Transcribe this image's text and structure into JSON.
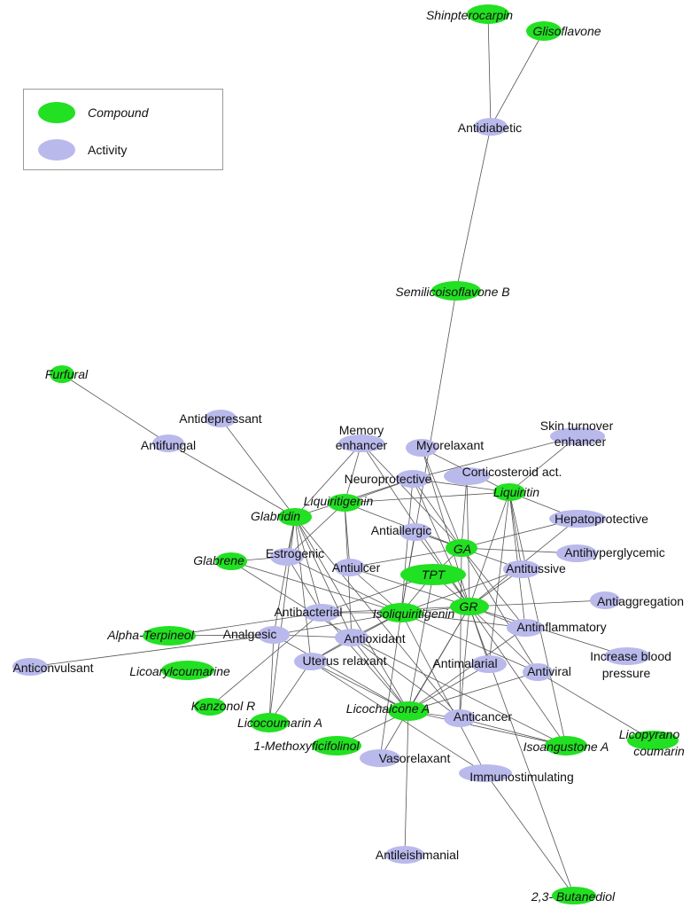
{
  "legend": {
    "compound_label": "Compound",
    "activity_label": "Activity"
  },
  "colors": {
    "compound": "#22e022",
    "activity": "#b9b9ec"
  },
  "nodes": [
    {
      "id": "shinpterocarpin",
      "label": "Shinpterocarpin",
      "type": "compound"
    },
    {
      "id": "glisoflavone",
      "label": "Glisoflavone",
      "type": "compound"
    },
    {
      "id": "antidiabetic",
      "label": "Antidiabetic",
      "type": "activity"
    },
    {
      "id": "semilicoisoflavone_b",
      "label": "Semilicoisoflavone B",
      "type": "compound"
    },
    {
      "id": "furfural",
      "label": "Furfural",
      "type": "compound"
    },
    {
      "id": "antidepressant",
      "label": "Antidepressant",
      "type": "activity"
    },
    {
      "id": "antifungal",
      "label": "Antifungal",
      "type": "activity"
    },
    {
      "id": "memory_enhancer",
      "label": "Memory enhancer",
      "type": "activity"
    },
    {
      "id": "myorelaxant",
      "label": "Myorelaxant",
      "type": "activity"
    },
    {
      "id": "skin_turnover",
      "label": "Skin turnover enhancer",
      "type": "activity"
    },
    {
      "id": "neuroprotective",
      "label": "Neuroprotective",
      "type": "activity"
    },
    {
      "id": "corticosteroid",
      "label": "Corticosteroid act.",
      "type": "activity"
    },
    {
      "id": "liquiritigenin",
      "label": "Liquiritigenin",
      "type": "compound"
    },
    {
      "id": "liquiritin",
      "label": "Liquiritin",
      "type": "compound"
    },
    {
      "id": "glabridin",
      "label": "Glabridin",
      "type": "compound"
    },
    {
      "id": "hepatoprotective",
      "label": "Hepatoprotective",
      "type": "activity"
    },
    {
      "id": "antiallergic",
      "label": "Antiallergic",
      "type": "activity"
    },
    {
      "id": "ga",
      "label": "GA",
      "type": "compound"
    },
    {
      "id": "antihyperglycemic",
      "label": "Antihyperglycemic",
      "type": "activity"
    },
    {
      "id": "glabrene",
      "label": "Glabrene",
      "type": "compound"
    },
    {
      "id": "estrogenic",
      "label": "Estrogenic",
      "type": "activity"
    },
    {
      "id": "antiulcer",
      "label": "Antiulcer",
      "type": "activity"
    },
    {
      "id": "tpt",
      "label": "TPT",
      "type": "compound"
    },
    {
      "id": "antitussive",
      "label": "Antitussive",
      "type": "activity"
    },
    {
      "id": "gr",
      "label": "GR",
      "type": "compound"
    },
    {
      "id": "antiaggregation",
      "label": "Antiaggregation",
      "type": "activity"
    },
    {
      "id": "antibacterial",
      "label": "Antibacterial",
      "type": "activity"
    },
    {
      "id": "isoliquiritigenin",
      "label": "Isoliquiritigenin",
      "type": "compound"
    },
    {
      "id": "alpha_terpineol",
      "label": "Alpha-Terpineol",
      "type": "compound"
    },
    {
      "id": "analgesic",
      "label": "Analgesic",
      "type": "activity"
    },
    {
      "id": "antioxidant",
      "label": "Antioxidant",
      "type": "activity"
    },
    {
      "id": "antiinflammatory",
      "label": "Antinflammatory",
      "type": "activity"
    },
    {
      "id": "anticonvulsant",
      "label": "Anticonvulsant",
      "type": "activity"
    },
    {
      "id": "increase_bp",
      "label": "Increase blood pressure",
      "type": "activity"
    },
    {
      "id": "licoarylcoumarine",
      "label": "Licoarylcoumarine",
      "type": "compound"
    },
    {
      "id": "uterus_relaxant",
      "label": "Uterus relaxant",
      "type": "activity"
    },
    {
      "id": "antimalarial",
      "label": "Antimalarial",
      "type": "activity"
    },
    {
      "id": "antiviral",
      "label": "Antiviral",
      "type": "activity"
    },
    {
      "id": "kanzonol_r",
      "label": "Kanzonol R",
      "type": "compound"
    },
    {
      "id": "licochalcone_a",
      "label": "Licochalcone A",
      "type": "compound"
    },
    {
      "id": "anticancer",
      "label": "Anticancer",
      "type": "activity"
    },
    {
      "id": "licocoumarin_a",
      "label": "Licocoumarin A",
      "type": "compound"
    },
    {
      "id": "licopyranocoumarin",
      "label": "Licopyrano coumarin",
      "type": "compound"
    },
    {
      "id": "isoangustone_a",
      "label": "Isoangustone A",
      "type": "compound"
    },
    {
      "id": "methoxyficifolinol",
      "label": "1-Methoxyficifolinol",
      "type": "compound"
    },
    {
      "id": "vasorelaxant",
      "label": "Vasorelaxant",
      "type": "activity"
    },
    {
      "id": "immunostimulating",
      "label": "Immunostimulating",
      "type": "activity"
    },
    {
      "id": "antileishmanial",
      "label": "Antileishmanial",
      "type": "activity"
    },
    {
      "id": "butanediol",
      "label": "2,3- Butanediol",
      "type": "compound"
    }
  ],
  "edges": [
    [
      "shinpterocarpin",
      "antidiabetic"
    ],
    [
      "glisoflavone",
      "antidiabetic"
    ],
    [
      "antidiabetic",
      "semilicoisoflavone_b"
    ],
    [
      "semilicoisoflavone_b",
      "isoliquiritigenin"
    ],
    [
      "furfural",
      "antifungal"
    ],
    [
      "antifungal",
      "glabridin"
    ],
    [
      "antidepressant",
      "glabridin"
    ],
    [
      "memory_enhancer",
      "glabridin"
    ],
    [
      "memory_enhancer",
      "liquiritigenin"
    ],
    [
      "memory_enhancer",
      "ga"
    ],
    [
      "memory_enhancer",
      "gr"
    ],
    [
      "myorelaxant",
      "ga"
    ],
    [
      "myorelaxant",
      "gr"
    ],
    [
      "myorelaxant",
      "liquiritin"
    ],
    [
      "skin_turnover",
      "liquiritin"
    ],
    [
      "skin_turnover",
      "neuroprotective"
    ],
    [
      "neuroprotective",
      "liquiritigenin"
    ],
    [
      "neuroprotective",
      "glabridin"
    ],
    [
      "neuroprotective",
      "ga"
    ],
    [
      "neuroprotective",
      "gr"
    ],
    [
      "neuroprotective",
      "isoliquiritigenin"
    ],
    [
      "neuroprotective",
      "liquiritin"
    ],
    [
      "corticosteroid",
      "ga"
    ],
    [
      "corticosteroid",
      "gr"
    ],
    [
      "liquiritigenin",
      "estrogenic"
    ],
    [
      "liquiritigenin",
      "antiulcer"
    ],
    [
      "liquiritigenin",
      "antioxidant"
    ],
    [
      "liquiritigenin",
      "ga"
    ],
    [
      "liquiritigenin",
      "liquiritin"
    ],
    [
      "glabridin",
      "antibacterial"
    ],
    [
      "glabridin",
      "antioxidant"
    ],
    [
      "glabridin",
      "estrogenic"
    ],
    [
      "glabridin",
      "licocoumarin_a"
    ],
    [
      "glabridin",
      "anticancer"
    ],
    [
      "glabridin",
      "uterus_relaxant"
    ],
    [
      "glabridin",
      "analgesic"
    ],
    [
      "glabridin",
      "licochalcone_a"
    ],
    [
      "liquiritin",
      "hepatoprotective"
    ],
    [
      "liquiritin",
      "antitussive"
    ],
    [
      "liquiritin",
      "gr"
    ],
    [
      "liquiritin",
      "antiinflammatory"
    ],
    [
      "liquiritin",
      "isoangustone_a"
    ],
    [
      "liquiritin",
      "antimalarial"
    ],
    [
      "hepatoprotective",
      "ga"
    ],
    [
      "hepatoprotective",
      "gr"
    ],
    [
      "antiallergic",
      "ga"
    ],
    [
      "antiallergic",
      "gr"
    ],
    [
      "antiallergic",
      "isoliquiritigenin"
    ],
    [
      "ga",
      "antihyperglycemic"
    ],
    [
      "ga",
      "antitussive"
    ],
    [
      "ga",
      "antiinflammatory"
    ],
    [
      "ga",
      "antiviral"
    ],
    [
      "ga",
      "tpt"
    ],
    [
      "ga",
      "antiulcer"
    ],
    [
      "ga",
      "anticancer"
    ],
    [
      "glabrene",
      "estrogenic"
    ],
    [
      "glabrene",
      "isoliquiritigenin"
    ],
    [
      "glabrene",
      "antioxidant"
    ],
    [
      "estrogenic",
      "isoliquiritigenin"
    ],
    [
      "estrogenic",
      "antibacterial"
    ],
    [
      "antiulcer",
      "gr"
    ],
    [
      "antiulcer",
      "isoliquiritigenin"
    ],
    [
      "tpt",
      "antibacterial"
    ],
    [
      "tpt",
      "gr"
    ],
    [
      "tpt",
      "isoliquiritigenin"
    ],
    [
      "tpt",
      "licochalcone_a"
    ],
    [
      "antitussive",
      "gr"
    ],
    [
      "antitussive",
      "isoliquiritigenin"
    ],
    [
      "gr",
      "antiaggregation"
    ],
    [
      "gr",
      "antiinflammatory"
    ],
    [
      "gr",
      "antiviral"
    ],
    [
      "gr",
      "increase_bp"
    ],
    [
      "gr",
      "antimalarial"
    ],
    [
      "gr",
      "licochalcone_a"
    ],
    [
      "gr",
      "isoliquiritigenin"
    ],
    [
      "gr",
      "antibacterial"
    ],
    [
      "gr",
      "butanediol"
    ],
    [
      "gr",
      "anticancer"
    ],
    [
      "gr",
      "vasorelaxant"
    ],
    [
      "gr",
      "isoangustone_a"
    ],
    [
      "antibacterial",
      "alpha_terpineol"
    ],
    [
      "antibacterial",
      "isoliquiritigenin"
    ],
    [
      "antibacterial",
      "licochalcone_a"
    ],
    [
      "antibacterial",
      "kanzonol_r"
    ],
    [
      "isoliquiritigenin",
      "antioxidant"
    ],
    [
      "isoliquiritigenin",
      "analgesic"
    ],
    [
      "isoliquiritigenin",
      "uterus_relaxant"
    ],
    [
      "isoliquiritigenin",
      "antiviral"
    ],
    [
      "isoliquiritigenin",
      "vasorelaxant"
    ],
    [
      "isoliquiritigenin",
      "immunostimulating"
    ],
    [
      "alpha_terpineol",
      "analgesic"
    ],
    [
      "analgesic",
      "anticonvulsant"
    ],
    [
      "analgesic",
      "licocoumarin_a"
    ],
    [
      "analgesic",
      "antioxidant"
    ],
    [
      "analgesic",
      "licochalcone_a"
    ],
    [
      "antioxidant",
      "uterus_relaxant"
    ],
    [
      "antioxidant",
      "licochalcone_a"
    ],
    [
      "antioxidant",
      "anticancer"
    ],
    [
      "antioxidant",
      "isoangustone_a"
    ],
    [
      "antiinflammatory",
      "licochalcone_a"
    ],
    [
      "antiinflammatory",
      "isoliquiritigenin"
    ],
    [
      "uterus_relaxant",
      "licocoumarin_a"
    ],
    [
      "uterus_relaxant",
      "licochalcone_a"
    ],
    [
      "uterus_relaxant",
      "immunostimulating"
    ],
    [
      "antimalarial",
      "licochalcone_a"
    ],
    [
      "antiviral",
      "licopyranocoumarin"
    ],
    [
      "antiviral",
      "licochalcone_a"
    ],
    [
      "licochalcone_a",
      "anticancer"
    ],
    [
      "licochalcone_a",
      "antileishmanial"
    ],
    [
      "licochalcone_a",
      "methoxyficifolinol"
    ],
    [
      "licochalcone_a",
      "isoangustone_a"
    ],
    [
      "anticancer",
      "isoangustone_a"
    ],
    [
      "immunostimulating",
      "butanediol"
    ]
  ]
}
